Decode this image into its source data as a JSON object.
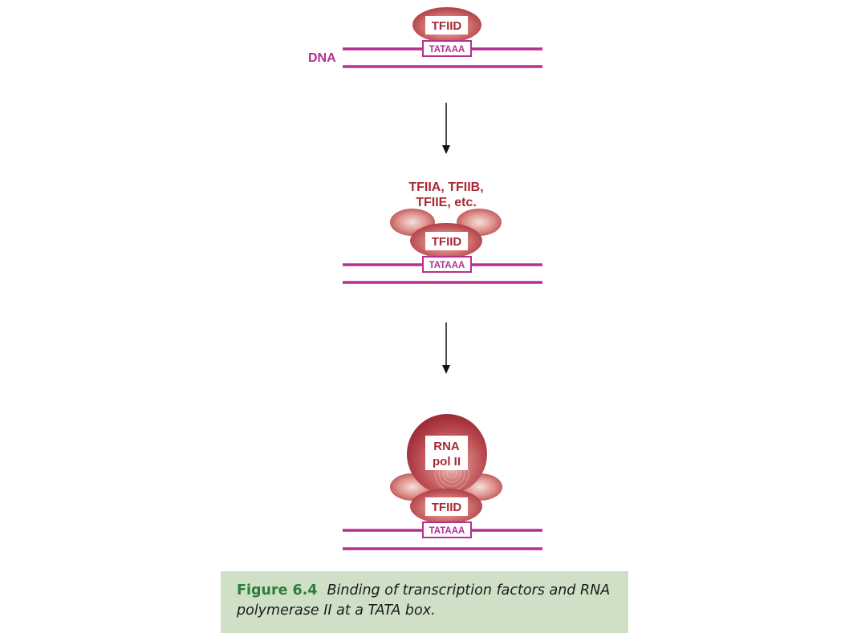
{
  "labels": {
    "dna": "DNA",
    "tfiid": "TFIID",
    "tata": "TATAAA",
    "factors_line1": "TFIIA, TFIIB,",
    "factors_line2": "TFIIE, etc.",
    "rna_pol_line1": "RNA",
    "rna_pol_line2": "pol II"
  },
  "caption": {
    "figure_label": "Figure 6.4",
    "text": "Binding of transcription factors and RNA polymerase II at a TATA box."
  },
  "colors": {
    "dna_strand": "#b5308f",
    "protein_dark": "#a8323c",
    "protein_light": "#f2d4cf",
    "label_red": "#a72a35",
    "caption_bg": "#cfe0c6",
    "caption_label": "#2f7d3a"
  }
}
